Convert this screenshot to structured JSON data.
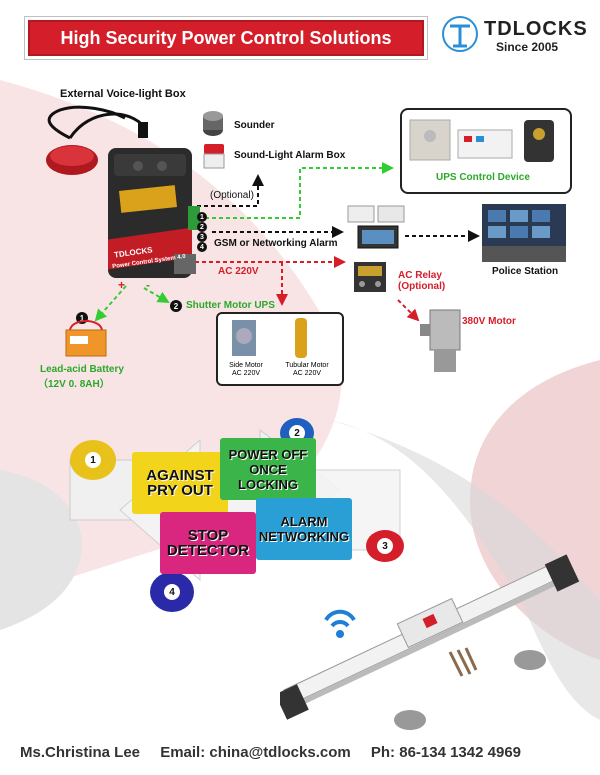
{
  "header": {
    "title": "High Security Power Control Solutions",
    "brand": "TDLOCKS",
    "since": "Since 2005"
  },
  "diagram": {
    "external_box": "External Voice-light Box",
    "sounder": "Sounder",
    "sound_light_alarm": "Sound-Light Alarm Box",
    "optional": "(Optional)",
    "ups_control": "UPS Control Device",
    "gsm": "GSM or Networking Alarm",
    "police": "Police Station",
    "ac220": "AC 220V",
    "ac_relay": "AC Relay",
    "ac_relay_opt": "(Optional)",
    "motor380": "380V Motor",
    "shutter_ups": "Shutter Motor UPS",
    "battery": "Lead-acid Battery",
    "battery_spec": "（12V  0. 8AH）",
    "side_motor": "Side Motor",
    "side_motor_v": "AC 220V",
    "tubular_motor": "Tubular Motor",
    "tubular_motor_v": "AC 220V",
    "device_brand": "TDLOCKS",
    "device_model": "Power Control System 4.0",
    "plus": "+",
    "minus": "-",
    "badge1": "1",
    "badge2": "2",
    "bullet3": "3",
    "bullet4": "4"
  },
  "features": {
    "tile1_l1": "AGAINST",
    "tile1_l2": "PRY OUT",
    "tile2_l1": "POWER OFF",
    "tile2_l2": "ONCE LOCKING",
    "tile3_l1": "STOP",
    "tile3_l2": "DETECTOR",
    "tile4_l1": "ALARM",
    "tile4_l2": "NETWORKING",
    "ball1": "1",
    "ball2": "2",
    "ball3": "3",
    "ball4": "4"
  },
  "footer": {
    "name": "Ms.Christina Lee",
    "email": "Email: china@tdlocks.com",
    "phone": "Ph: 86-134 1342 4969"
  },
  "colors": {
    "brand_red": "#d41e2a",
    "green_dash": "#33cc33",
    "tile_yellow": "#f2d51a",
    "tile_green": "#3bb54a",
    "tile_magenta": "#d9277f",
    "tile_blue": "#2a9fd6"
  }
}
